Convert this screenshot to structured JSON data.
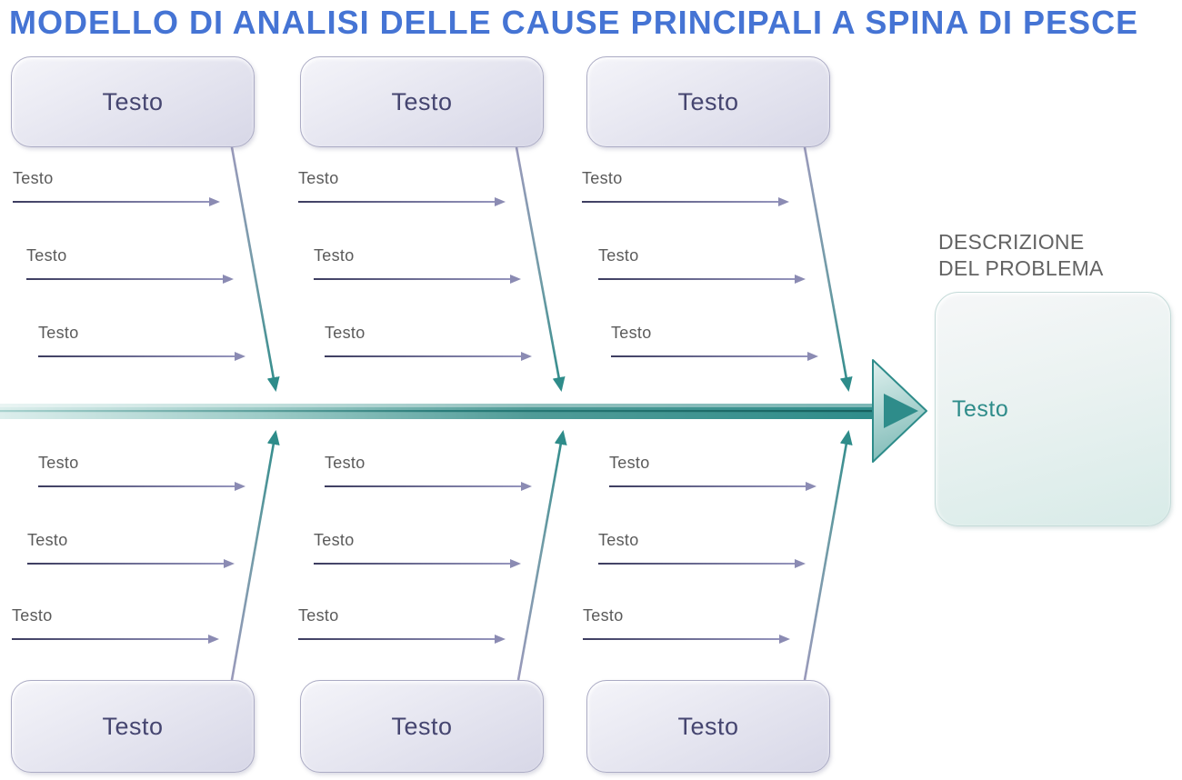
{
  "title": "MODELLO DI ANALISI DELLE CAUSE PRINCIPALI A SPINA DI PESCE",
  "problem": {
    "heading": [
      "DESCRIZIONE",
      "DEL PROBLEMA"
    ],
    "label": "Testo"
  },
  "categories": {
    "top": [
      {
        "label": "Testo",
        "causes": [
          "Testo",
          "Testo",
          "Testo"
        ]
      },
      {
        "label": "Testo",
        "causes": [
          "Testo",
          "Testo",
          "Testo"
        ]
      },
      {
        "label": "Testo",
        "causes": [
          "Testo",
          "Testo",
          "Testo"
        ]
      }
    ],
    "bottom": [
      {
        "label": "Testo",
        "causes": [
          "Testo",
          "Testo",
          "Testo"
        ]
      },
      {
        "label": "Testo",
        "causes": [
          "Testo",
          "Testo",
          "Testo"
        ]
      },
      {
        "label": "Testo",
        "causes": [
          "Testo",
          "Testo",
          "Testo"
        ]
      }
    ]
  },
  "colors": {
    "title_blue": "#4574D4",
    "spine_teal": "#2E8C8A",
    "spine_light": "#DCEEEC",
    "bone_purple": "#9494BC",
    "bone_dark": "#3C3C5F",
    "box_lavender": "#E2E2EE",
    "box_text_navy": "#454570",
    "cause_label_gray": "#5A5A5A",
    "problem_heading_gray": "#636363",
    "problem_box_mint": "#D8EBE8"
  }
}
